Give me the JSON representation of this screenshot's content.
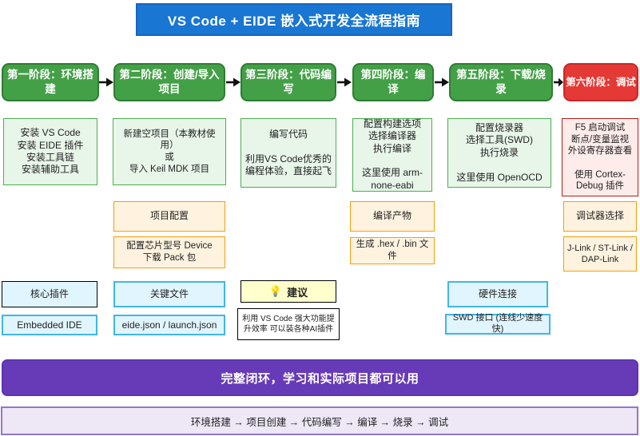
{
  "title": "VS Code + EIDE 嵌入式开发全流程指南",
  "columns": [
    {
      "stage": "第一阶段：环境搭建",
      "detail": "安装 VS Code\n安装 EIDE 插件\n安装工具链\n安装辅助工具",
      "sub1": "核心插件",
      "sub2": "Embedded IDE"
    },
    {
      "stage": "第二阶段：创建/导入项目",
      "detail": "新建空项目（本教材使用）\n或\n导入 Keil MDK 项目",
      "mid1": "项目配置",
      "mid2": "配置芯片型号 Device\n下载 Pack 包",
      "sub1": "关键文件",
      "sub2": "eide.json / launch.json"
    },
    {
      "stage": "第三阶段：代码编写",
      "detail": "编写代码\n\n利用VS Code优秀的编程体验，直接起飞",
      "sub1": "建议",
      "sub1_icon": "💡",
      "sub2": "利用 VS Code 强大功能提升效率 可以装各种AI插件"
    },
    {
      "stage": "第四阶段：编译",
      "detail": "配置构建选项\n选择编译器\n执行编译\n\n这里使用 arm-none-eabi",
      "mid1": "编译产物",
      "mid2": "生成 .hex / .bin 文件"
    },
    {
      "stage": "第五阶段：下载/烧录",
      "detail": "配置烧录器\n选择工具(SWD)\n执行烧录\n\n这里使用 OpenOCD",
      "sub1": "硬件连接",
      "sub2": "SWD 接口 (连线少速度快)"
    },
    {
      "stage": "第六阶段：调试",
      "detail": "F5 启动调试\n断点/变量监视\n外设寄存器查看\n\n使用 Cortex-Debug 插件",
      "mid1": "调试器选择",
      "mid2": "J-Link / ST-Link /\nDAP-Link"
    }
  ],
  "banner": "完整闭环，学习和实际项目都可以用",
  "footer": "环境搭建 → 项目创建 → 代码编写 → 编译 → 烧录 → 调试",
  "colors": {
    "title_bg": "#1976d2",
    "stage_green": "#43a047",
    "stage_red": "#e53935",
    "detail_green_bg": "#e8f5e9",
    "detail_pink_bg": "#fdecea",
    "orange_bg": "#fff3e0",
    "orange_border": "#f59e0b",
    "blue_bg": "#e1f5fe",
    "blue_border": "#41b6e6",
    "tip_yellow_bg": "#ffffcc",
    "banner_purple": "#673ab7",
    "footer_bg": "#ede7f6",
    "footer_border": "#9575cd"
  }
}
